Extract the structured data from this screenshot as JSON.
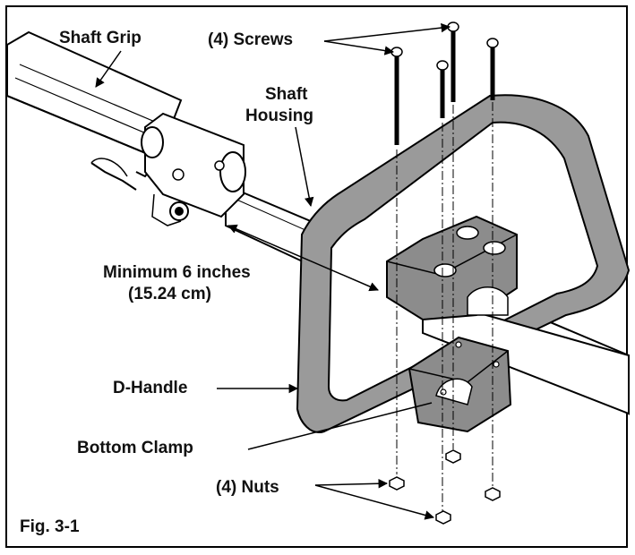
{
  "labels": {
    "shaft_grip": "Shaft Grip",
    "screws": "(4) Screws",
    "shaft_housing_line1": "Shaft",
    "shaft_housing_line2": "Housing",
    "minimum_line1": "Minimum 6 inches",
    "minimum_line2": "(15.24 cm)",
    "d_handle": "D-Handle",
    "bottom_clamp": "Bottom Clamp",
    "nuts": "(4) Nuts",
    "figure_number": "Fig. 3-1"
  },
  "colors": {
    "outline": "#000000",
    "handle_gray": "#9a9a9a",
    "clamp_gray": "#8c8c8c",
    "background": "#ffffff"
  }
}
